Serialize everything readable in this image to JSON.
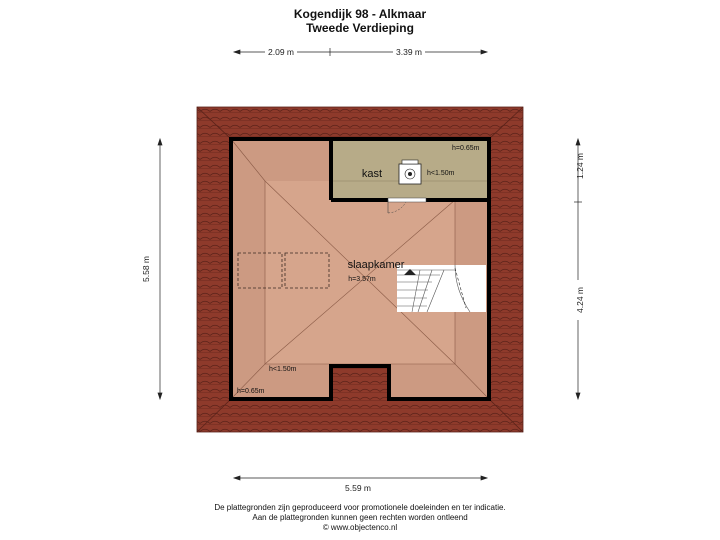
{
  "header": {
    "address": "Kogendijk 98 - Alkmaar",
    "floor": "Tweede Verdieping"
  },
  "dimensions": {
    "top_left": "2.09 m",
    "top_right": "3.39 m",
    "left": "5.58 m",
    "right_top": "1.24 m",
    "right_bottom": "4.24 m",
    "bottom": "5.59 m"
  },
  "rooms": {
    "kast": {
      "name": "kast",
      "height_max": "h=0.65m",
      "height_low": "h<1.50m"
    },
    "slaapkamer": {
      "name": "slaapkamer",
      "height_center": "h=3.57m",
      "height_low": "h<1.50m",
      "height_corner": "h=0.65m"
    }
  },
  "footer": {
    "line1": "De plattegronden zijn geproduceerd voor promotionele doeleinden en ter indicatie.",
    "line2": "Aan de plattegronden kunnen geen rechten worden ontleend",
    "line3": "© www.objectenco.nl"
  },
  "colors": {
    "roof": "#8e3a2b",
    "room_fill": "#cc9a82",
    "room_inner": "#d6a58c",
    "kast_fill": "#b7ab88",
    "wall": "#000000"
  }
}
